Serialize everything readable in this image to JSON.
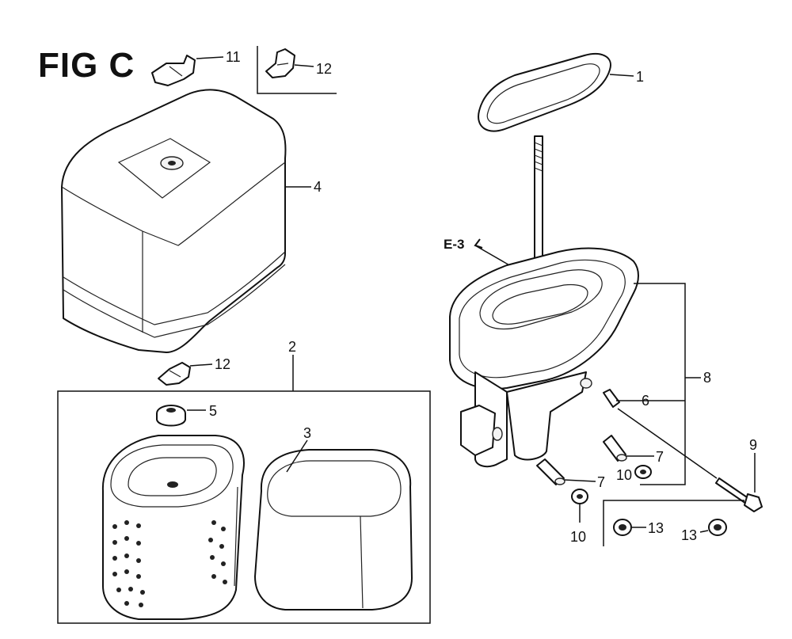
{
  "title": "FIG C",
  "callouts": {
    "c1": "1",
    "c2": "2",
    "c3": "3",
    "c4": "4",
    "c5": "5",
    "c6": "6",
    "c7a": "7",
    "c7b": "7",
    "c8": "8",
    "c9": "9",
    "c10a": "10",
    "c10b": "10",
    "c11": "11",
    "c12a": "12",
    "c12b": "12",
    "c13a": "13",
    "c13b": "13",
    "ref": "E-3"
  }
}
